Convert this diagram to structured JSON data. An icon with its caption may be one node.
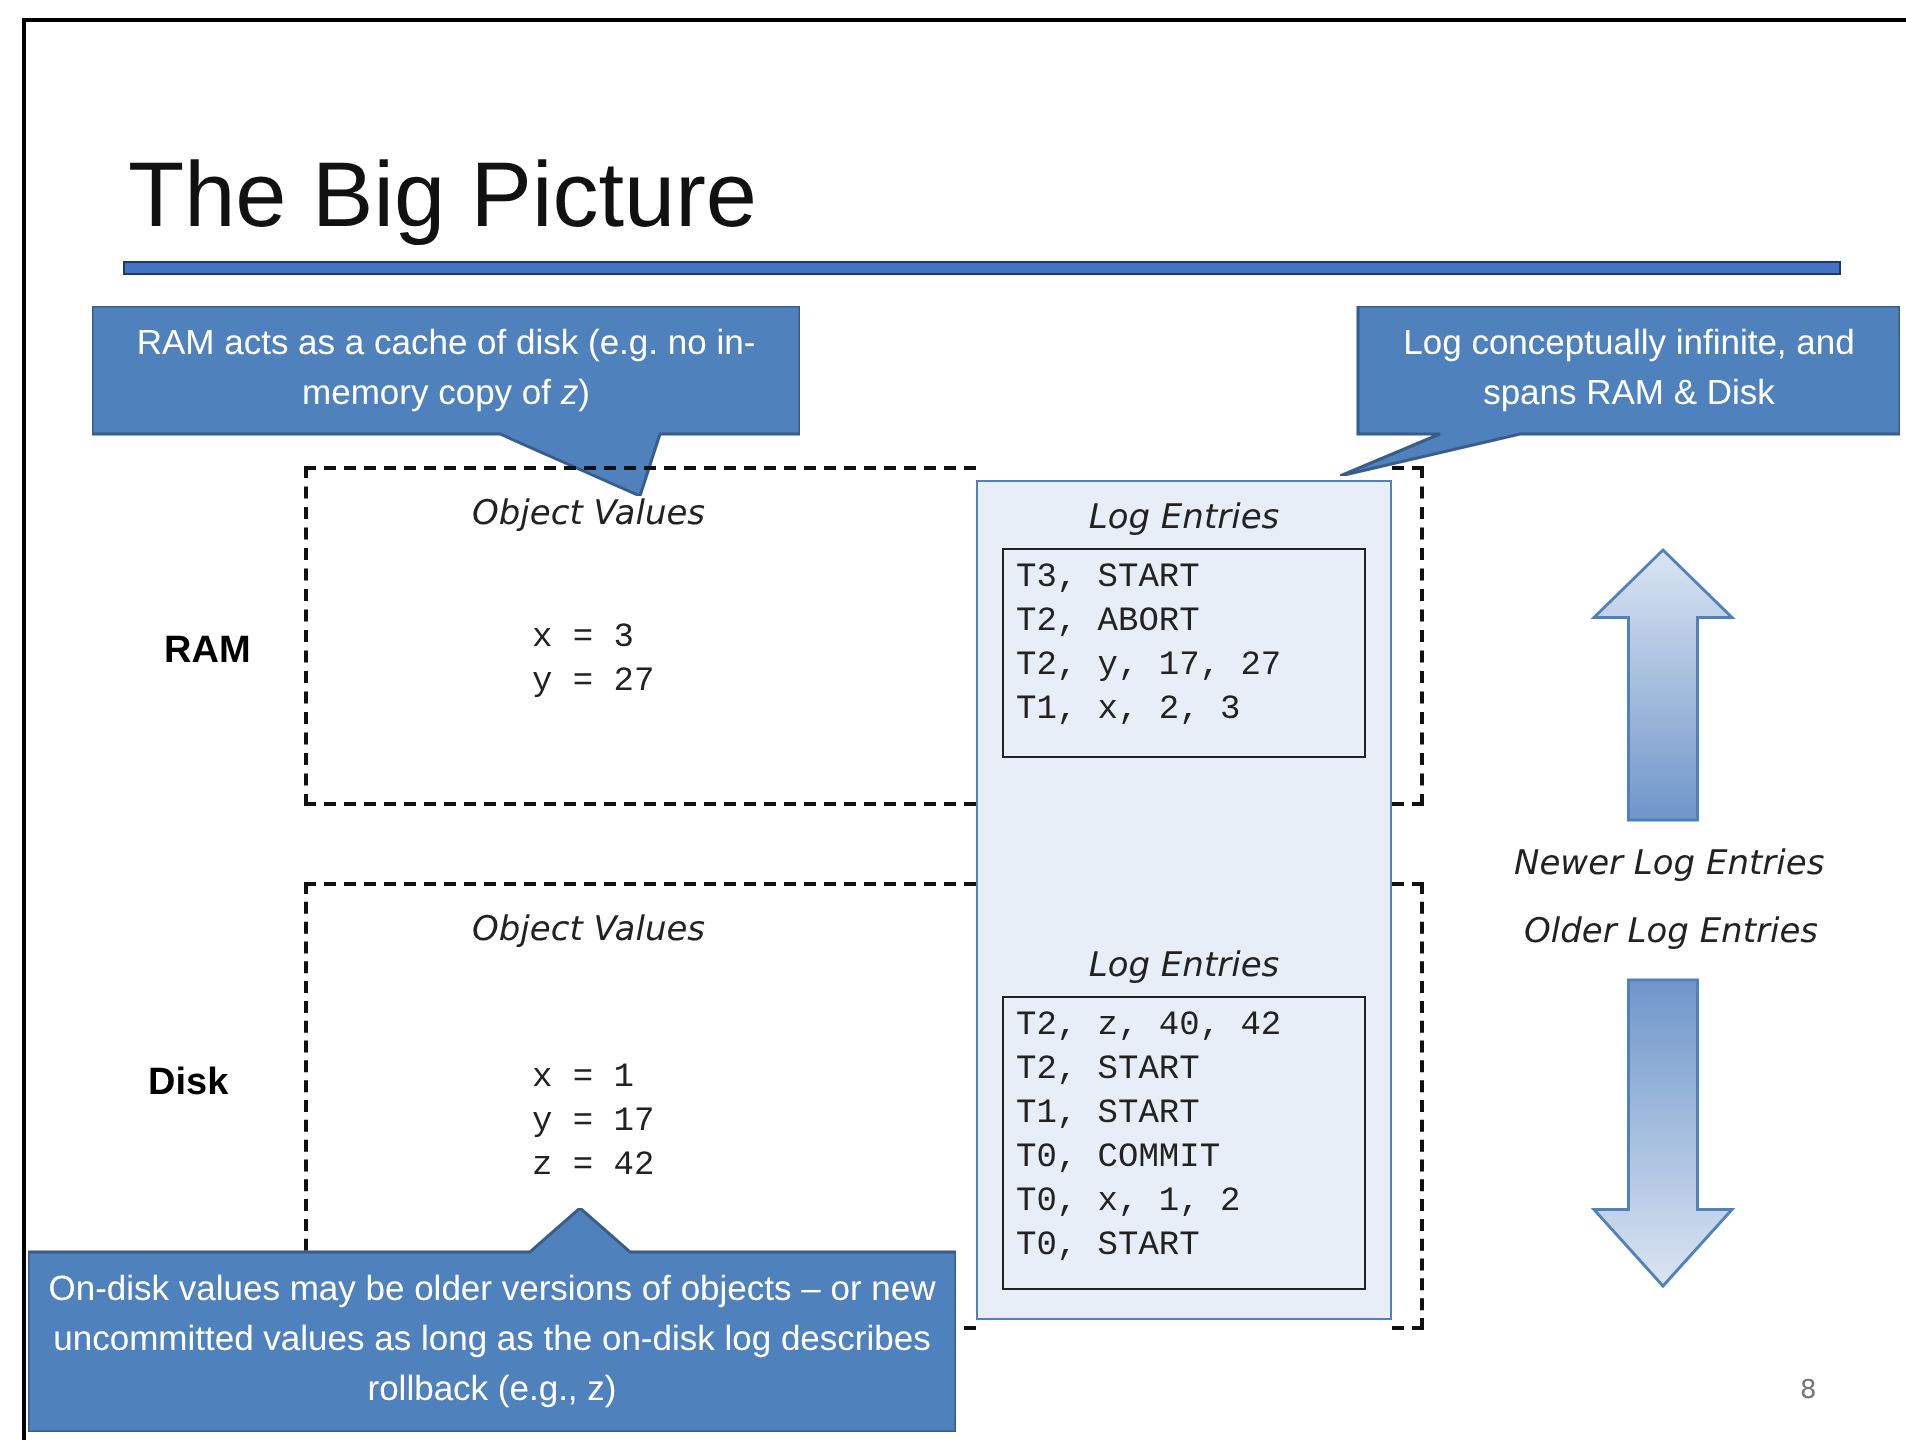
{
  "diagram": {
    "title": "The Big Picture",
    "nodes": [
      {
        "text": [
          "RAM acts as a cache of disk (e.g. no in-memory copy of *z*)"
        ]
      },
      {
        "text": [
          "Log conceptually infinite, and spans RAM & Disk"
        ]
      },
      {
        "text": [
          "Object Values",
          "x = 3",
          "y = 27"
        ],
        "beside": [
          "RAM"
        ]
      },
      {
        "text": [],
        "shape": "box"
      },
      {
        "text": [
          "Log Entries",
          "T3, START",
          "T2, ABORT",
          "T2, y, 17, 27",
          "T1, x, 2, 3"
        ],
        "in": 3
      },
      {
        "text": [
          "Object Values",
          "x = 1",
          "y = 17",
          "z = 42"
        ],
        "beside": [
          "Disk"
        ]
      },
      {
        "text": [
          "Log Entries",
          "T2, z, 40, 42",
          "T2, START",
          "T1, START",
          "T0, COMMIT",
          "T0, x, 1, 2",
          "T0, START"
        ],
        "in": 3
      },
      {
        "text": [
          "On-disk values may be older versions of objects – or new uncommitted values as long as the on-disk log describes rollback (e.g., z)"
        ]
      }
    ],
    "labels": [
      "Newer Log Entries",
      "Older Log Entries",
      "8"
    ]
  }
}
